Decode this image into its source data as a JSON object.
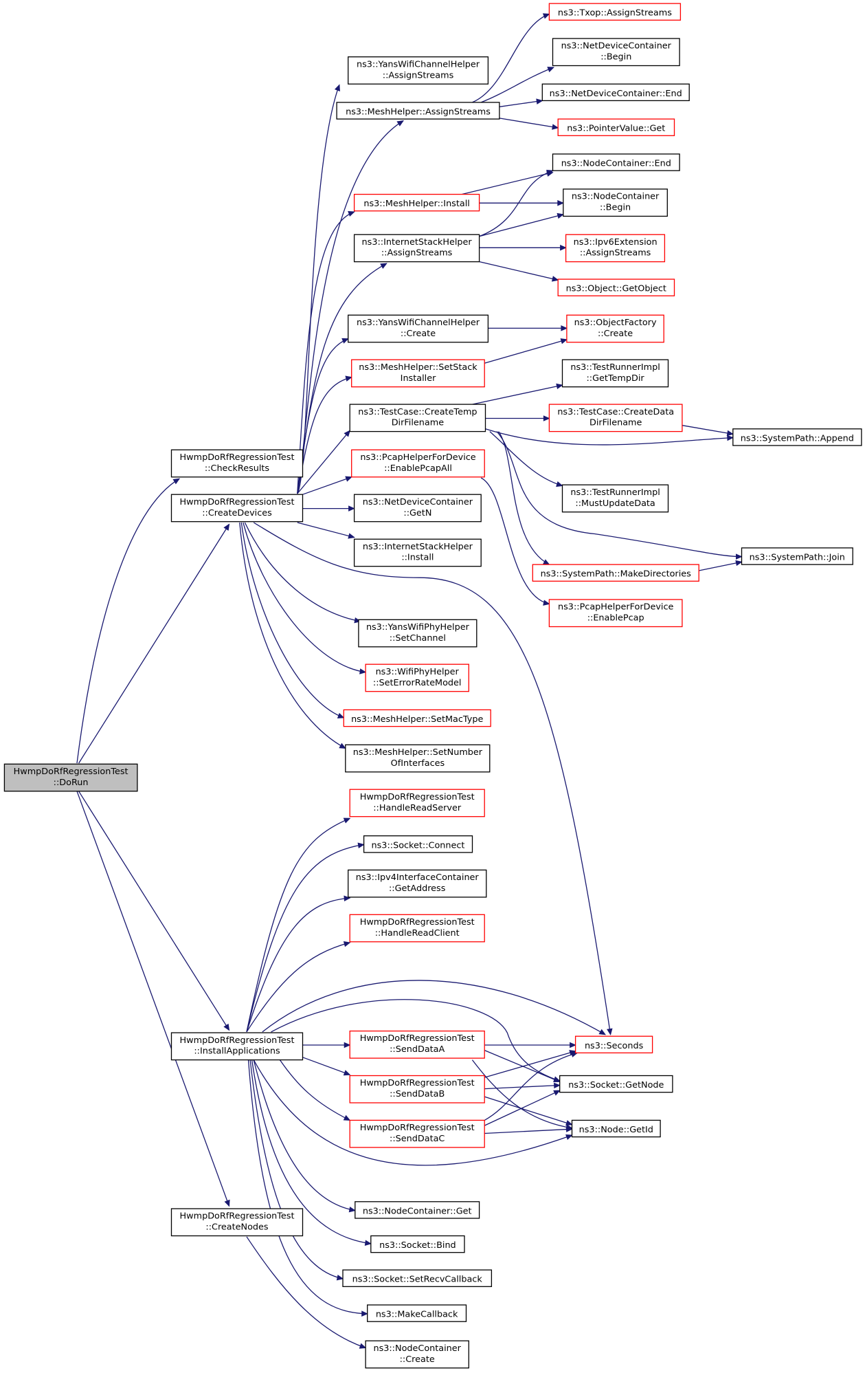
{
  "colors": {
    "edge": "#191970",
    "root_fill": "#bfbfbf",
    "link_border": "#000000",
    "red_border": "#ff0000",
    "node_fill": "#ffffff"
  },
  "nodes": {
    "dorun": [
      "HwmpDoRfRegressionTest",
      "::DoRun"
    ],
    "checkresults": [
      "HwmpDoRfRegressionTest",
      "::CheckResults"
    ],
    "createdevices": [
      "HwmpDoRfRegressionTest",
      "::CreateDevices"
    ],
    "installapps": [
      "HwmpDoRfRegressionTest",
      "::InstallApplications"
    ],
    "createnodes": [
      "HwmpDoRfRegressionTest",
      "::CreateNodes"
    ],
    "yans_assign": [
      "ns3::YansWifiChannelHelper",
      "::AssignStreams"
    ],
    "mesh_assign": [
      "ns3::MeshHelper::AssignStreams"
    ],
    "mesh_install": [
      "ns3::MeshHelper::Install"
    ],
    "inet_assign": [
      "ns3::InternetStackHelper",
      "::AssignStreams"
    ],
    "yans_create": [
      "ns3::YansWifiChannelHelper",
      "::Create"
    ],
    "mesh_setstack": [
      "ns3::MeshHelper::SetStack",
      "Installer"
    ],
    "createtemp": [
      "ns3::TestCase::CreateTemp",
      "DirFilename"
    ],
    "pcap_enableall": [
      "ns3::PcapHelperForDevice",
      "::EnablePcapAll"
    ],
    "ndc_getn": [
      "ns3::NetDeviceContainer",
      "::GetN"
    ],
    "inet_install": [
      "ns3::InternetStackHelper",
      "::Install"
    ],
    "yansphy_setchannel": [
      "ns3::YansWifiPhyHelper",
      "::SetChannel"
    ],
    "wifiphy_seterr": [
      "ns3::WifiPhyHelper",
      "::SetErrorRateModel"
    ],
    "mesh_setmac": [
      "ns3::MeshHelper::SetMacType"
    ],
    "mesh_setnum": [
      "ns3::MeshHelper::SetNumber",
      "OfInterfaces"
    ],
    "txop_assign": [
      "ns3::Txop::AssignStreams"
    ],
    "ndc_begin": [
      "ns3::NetDeviceContainer",
      "::Begin"
    ],
    "ndc_end": [
      "ns3::NetDeviceContainer::End"
    ],
    "pointer_get": [
      "ns3::PointerValue::Get"
    ],
    "nc_end": [
      "ns3::NodeContainer::End"
    ],
    "nc_begin": [
      "ns3::NodeContainer",
      "::Begin"
    ],
    "ipv6ext": [
      "ns3::Ipv6Extension",
      "::AssignStreams"
    ],
    "getobject": [
      "ns3::Object::GetObject"
    ],
    "objfactory": [
      "ns3::ObjectFactory",
      "::Create"
    ],
    "tr_gettemp": [
      "ns3::TestRunnerImpl",
      "::GetTempDir"
    ],
    "createdata": [
      "ns3::TestCase::CreateData",
      "DirFilename"
    ],
    "sp_append": [
      "ns3::SystemPath::Append"
    ],
    "tr_mustupdate": [
      "ns3::TestRunnerImpl",
      "::MustUpdateData"
    ],
    "sp_join": [
      "ns3::SystemPath::Join"
    ],
    "sp_makedirs": [
      "ns3::SystemPath::MakeDirectories"
    ],
    "pcap_enable": [
      "ns3::PcapHelperForDevice",
      "::EnablePcap"
    ],
    "handlereadserver": [
      "HwmpDoRfRegressionTest",
      "::HandleReadServer"
    ],
    "socket_connect": [
      "ns3::Socket::Connect"
    ],
    "ipv4_getaddr": [
      "ns3::Ipv4InterfaceContainer",
      "::GetAddress"
    ],
    "handlereadclient": [
      "HwmpDoRfRegressionTest",
      "::HandleReadClient"
    ],
    "senddataa": [
      "HwmpDoRfRegressionTest",
      "::SendDataA"
    ],
    "senddatab": [
      "HwmpDoRfRegressionTest",
      "::SendDataB"
    ],
    "senddatac": [
      "HwmpDoRfRegressionTest",
      "::SendDataC"
    ],
    "seconds": [
      "ns3::Seconds"
    ],
    "socket_getnode": [
      "ns3::Socket::GetNode"
    ],
    "node_getid": [
      "ns3::Node::GetId"
    ],
    "nc_get": [
      "ns3::NodeContainer::Get"
    ],
    "socket_bind": [
      "ns3::Socket::Bind"
    ],
    "socket_setrecv": [
      "ns3::Socket::SetRecvCallback"
    ],
    "makecallback": [
      "ns3::MakeCallback"
    ],
    "nc_create": [
      "ns3::NodeContainer",
      "::Create"
    ]
  }
}
